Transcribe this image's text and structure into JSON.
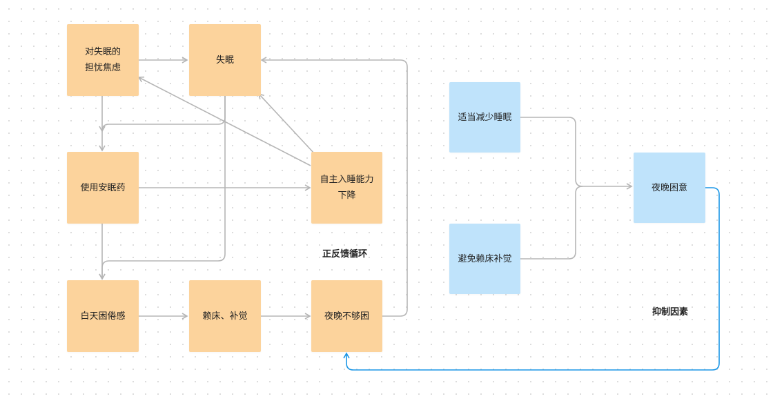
{
  "colors": {
    "cycle_node": "#fcd39c",
    "factor_node": "#bfe3fb",
    "gray_connector": "#b5b5b5",
    "blue_connector": "#1a96e6"
  },
  "nodes": {
    "worry_anxiety": "对失眠的\n担忧焦虑",
    "insomnia": "失眠",
    "sleeping_pills": "使用安眠药",
    "decline_sleep_ability": "自主入睡能力\n下降",
    "daytime_fatigue": "白天困倦感",
    "stay_in_bed": "赖床、补觉",
    "not_sleepy_night": "夜晚不够困",
    "reduce_sleep": "适当减少睡眠",
    "avoid_stay_in_bed": "避免赖床补觉",
    "night_sleepiness": "夜晚困意"
  },
  "labels": {
    "positive_feedback_cycle": "正反馈循环",
    "inhibiting_factors": "抑制因素"
  }
}
